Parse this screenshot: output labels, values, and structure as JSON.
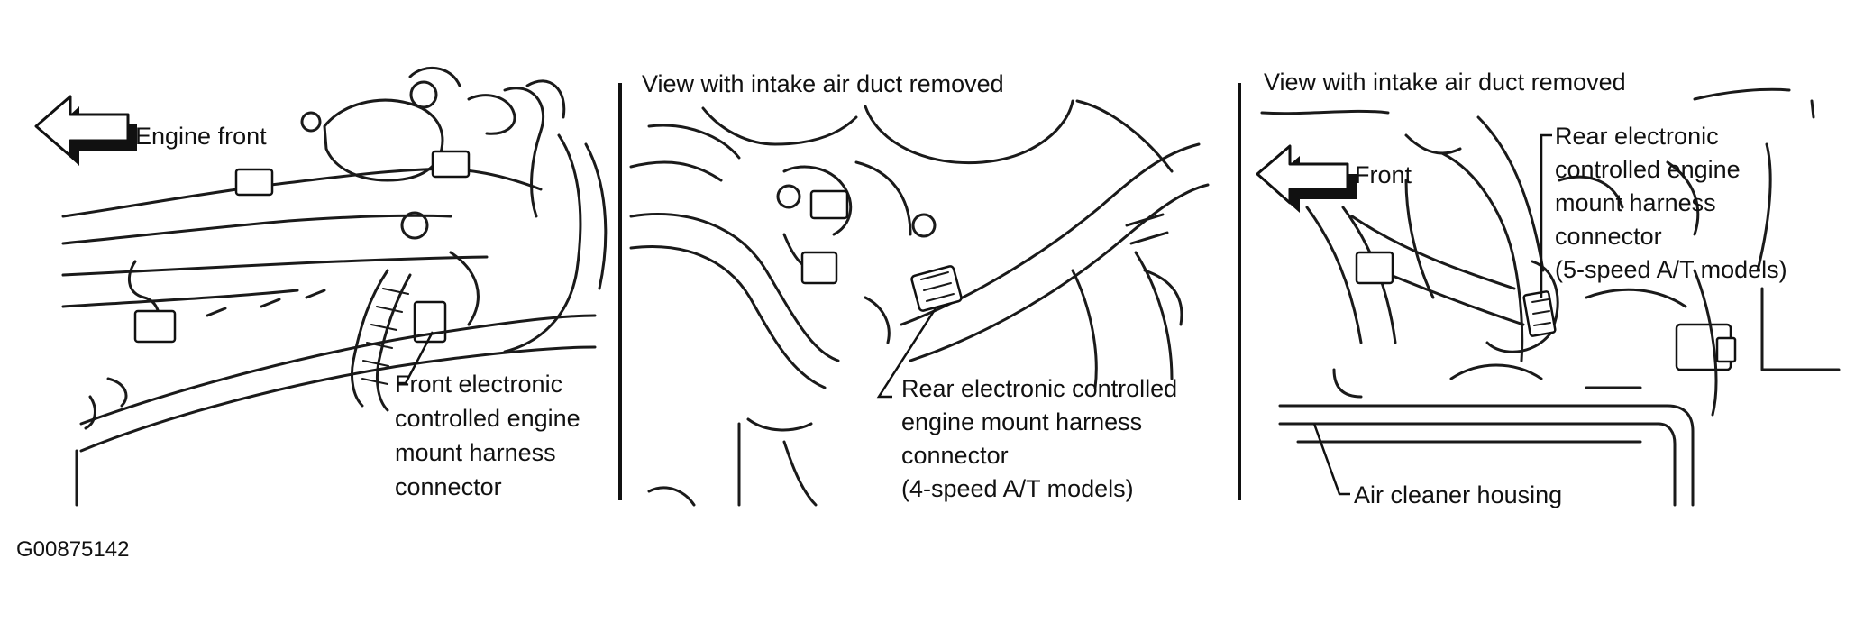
{
  "figure_id": "G00875142",
  "panels": [
    {
      "arrow_label": "Engine front",
      "callout": [
        "Front electronic",
        "controlled engine",
        "mount harness",
        "connector"
      ]
    },
    {
      "view_caption": "View with intake air duct removed",
      "callout": [
        "Rear electronic controlled",
        "engine mount harness",
        "connector",
        "(4-speed A/T models)"
      ]
    },
    {
      "view_caption": "View with intake air duct removed",
      "arrow_label": "Front",
      "callout": [
        "Rear electronic",
        "controlled engine",
        "mount harness",
        "connector",
        "(5-speed A/T models)"
      ],
      "callout_2": "Air cleaner housing"
    }
  ],
  "colors": {
    "ink": "#111111",
    "background": "#ffffff"
  }
}
